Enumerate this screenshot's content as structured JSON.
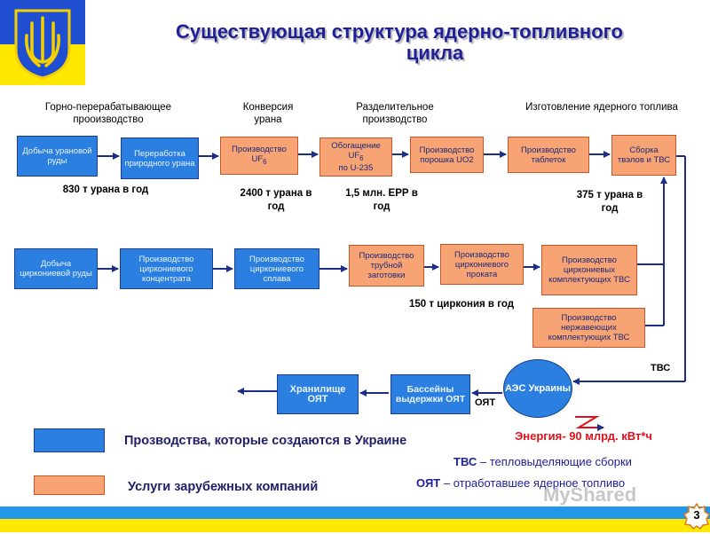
{
  "title": {
    "line1": "Существующая  структура  ядерно-топливного",
    "line2": "цикла"
  },
  "stages": {
    "mining": "Горно-перерабатывающее прооизводство",
    "conversion": "Конверсия урана",
    "enrichment": "Разделительное производство",
    "fabrication": "Изготовление ядерного топлива"
  },
  "uranium_chain": {
    "u1": "Добыча урановой руды",
    "u2": "Переработка природного урана",
    "u3_pre": "Производство UF",
    "u3_sub": "6",
    "u4_line1": "Обогащение",
    "u4_pre": "UF",
    "u4_sub": "6",
    "u4_line3": "по U-235",
    "u5": "Производство порошка UO2",
    "u6": "Производство таблеток",
    "u7": "Сборка твэлов и ТВС"
  },
  "zirconium_chain": {
    "z1": "Добыча циркониевой руды",
    "z2": "Производство циркониевого концентрата",
    "z3": "Производство циркониевого сплава",
    "z4": "Производство трубной заготовки",
    "z5": "Производство циркониевого проката",
    "z6": "Производство циркониевых комплектующих ТВС",
    "s1": "Производство нержавеющих комплектующих ТВС"
  },
  "quantities": {
    "q1": "830 т урана в год",
    "q2": "2400 т урана в год",
    "q3": "1,5 млн. ЕРР в год",
    "q4": "375 т урана в год",
    "q5": "150 т циркония в год"
  },
  "npp": {
    "aes": "АЭС Украины",
    "tvs_label": "ТВС",
    "oyat_label": "ОЯТ",
    "pool": "Бассейны выдержки ОЯТ",
    "storage": "Хранилище ОЯТ",
    "energy": "Энергия- 90 млрд. кВт*ч"
  },
  "legend": {
    "blue": "Прозводства, которые создаются в Украине",
    "orange": "Услуги зарубежных компаний"
  },
  "abbreviations": {
    "tvs_term": "ТВС",
    "tvs_def": " – тепловыделяющие сборки",
    "oyat_term": "ОЯТ",
    "oyat_def": " – отработавшее ядерное топливо"
  },
  "page_number": "3",
  "watermark": "MyShared",
  "colors": {
    "ukraine_box": "#2b7fe0",
    "foreign_box": "#f7a374",
    "arrow": "#1a2e8a",
    "title": "#1f1f9a",
    "energy": "#e0101a"
  }
}
